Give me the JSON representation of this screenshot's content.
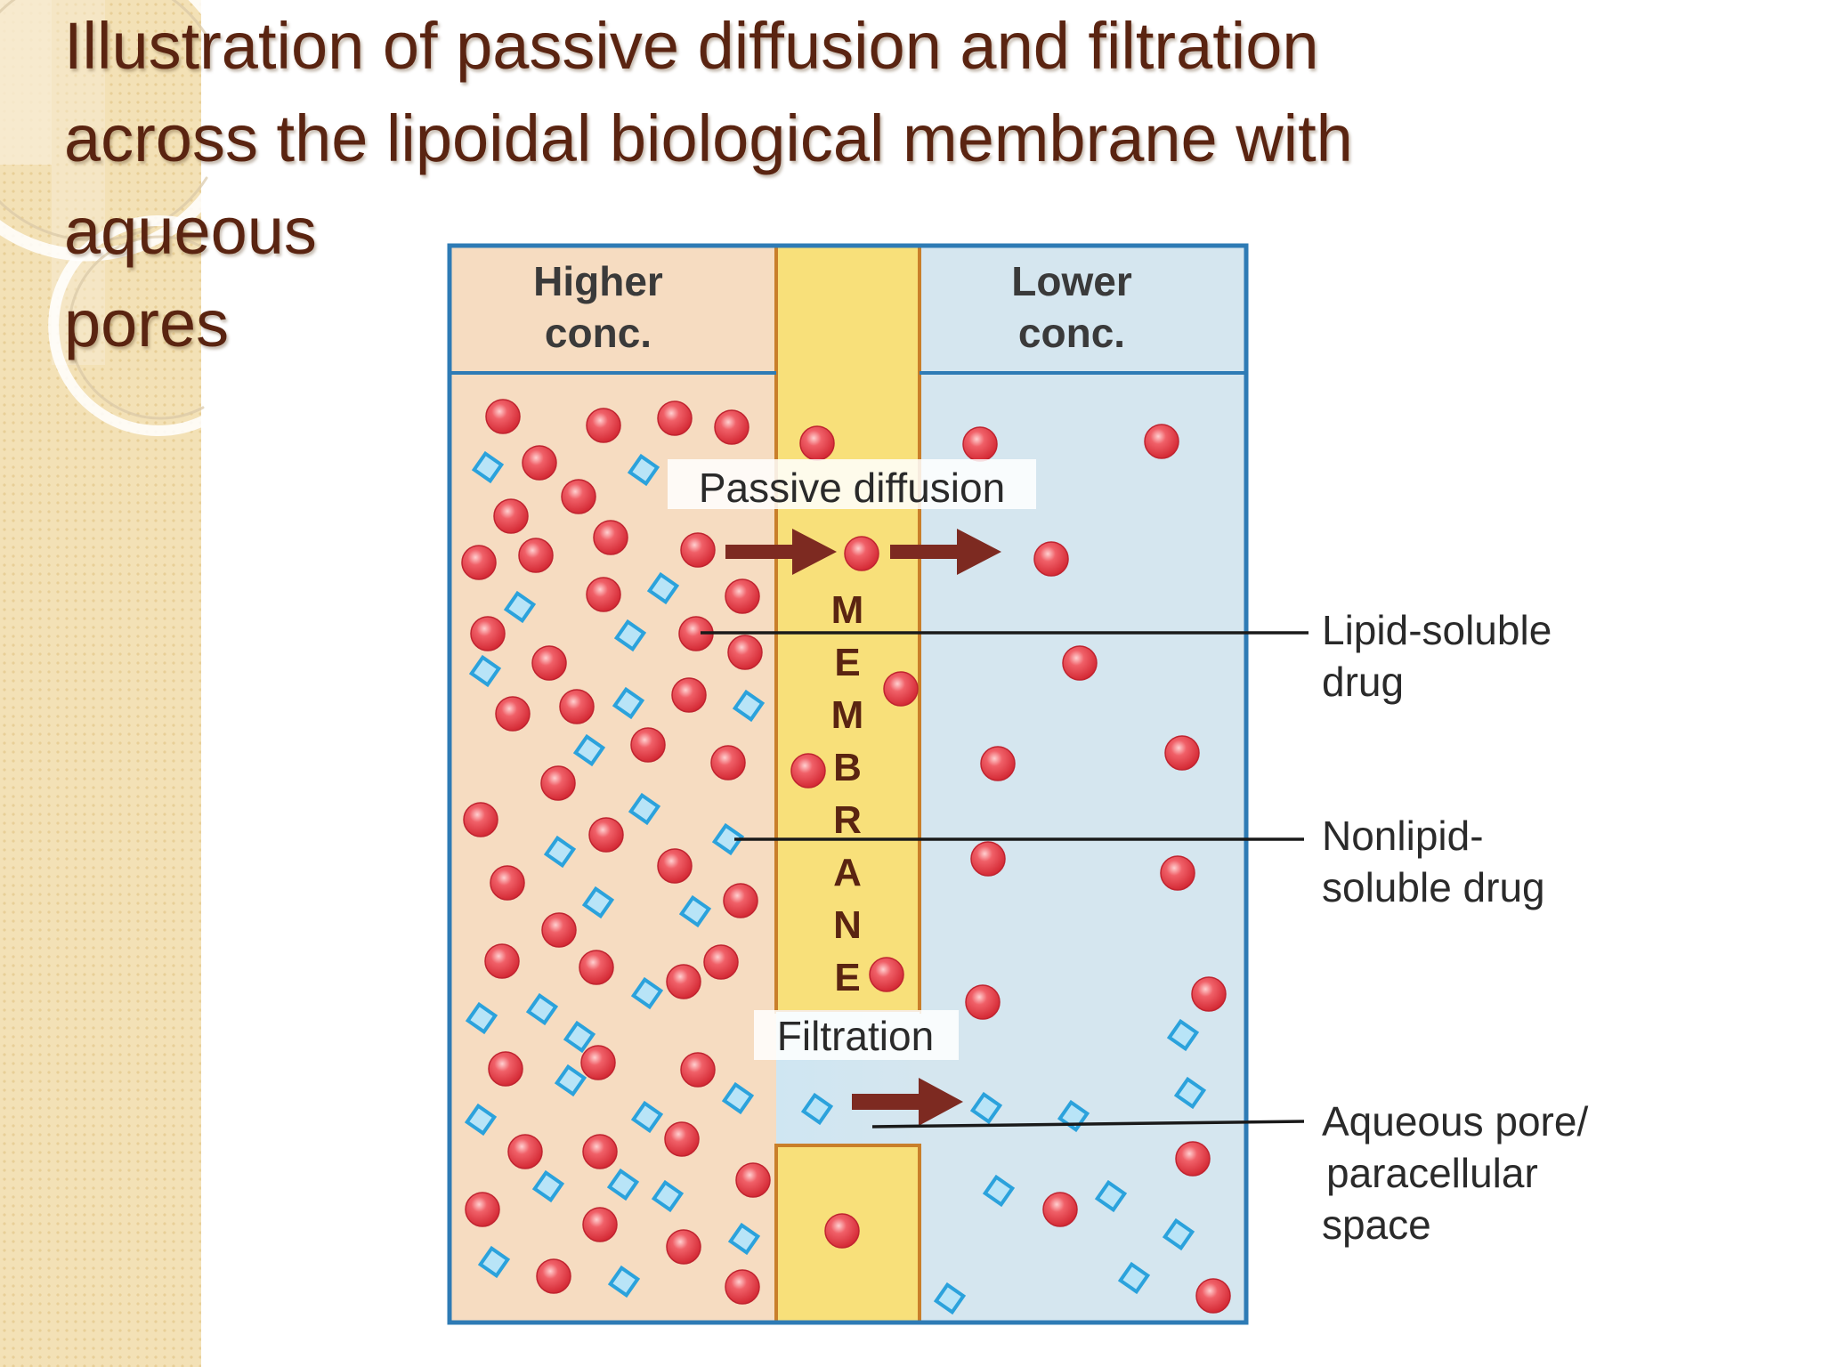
{
  "slide": {
    "title_lines": [
      "Illustration of passive diffusion and filtration",
      "across the lipoidal biological membrane with",
      "aqueous",
      "pores"
    ]
  },
  "diagram": {
    "higher_label_lines": [
      "Higher",
      "conc."
    ],
    "lower_label_lines": [
      "Lower",
      "conc."
    ],
    "membrane_letters": [
      "M",
      "E",
      "M",
      "B",
      "R",
      "A",
      "N",
      "E"
    ],
    "passive_diffusion_label": "Passive diffusion",
    "filtration_label": "Filtration",
    "callouts": {
      "lipid": [
        "Lipid-soluble",
        "drug"
      ],
      "nonlipid": [
        "Nonlipid-",
        "soluble drug"
      ],
      "pore": [
        "Aqueous pore/",
        "paracellular",
        "space"
      ]
    }
  },
  "colors": {
    "title": "#5a2411",
    "higher_side": "#f6dcc1",
    "lower_side": "#d5e6ef",
    "membrane": "#f8e07a",
    "border": "#2e7bb5",
    "arrow": "#7d2a21",
    "lipid_drug": "#e0353f",
    "nonlipid_drug": "#41b3e6",
    "sidebar": "#f2deb0"
  }
}
